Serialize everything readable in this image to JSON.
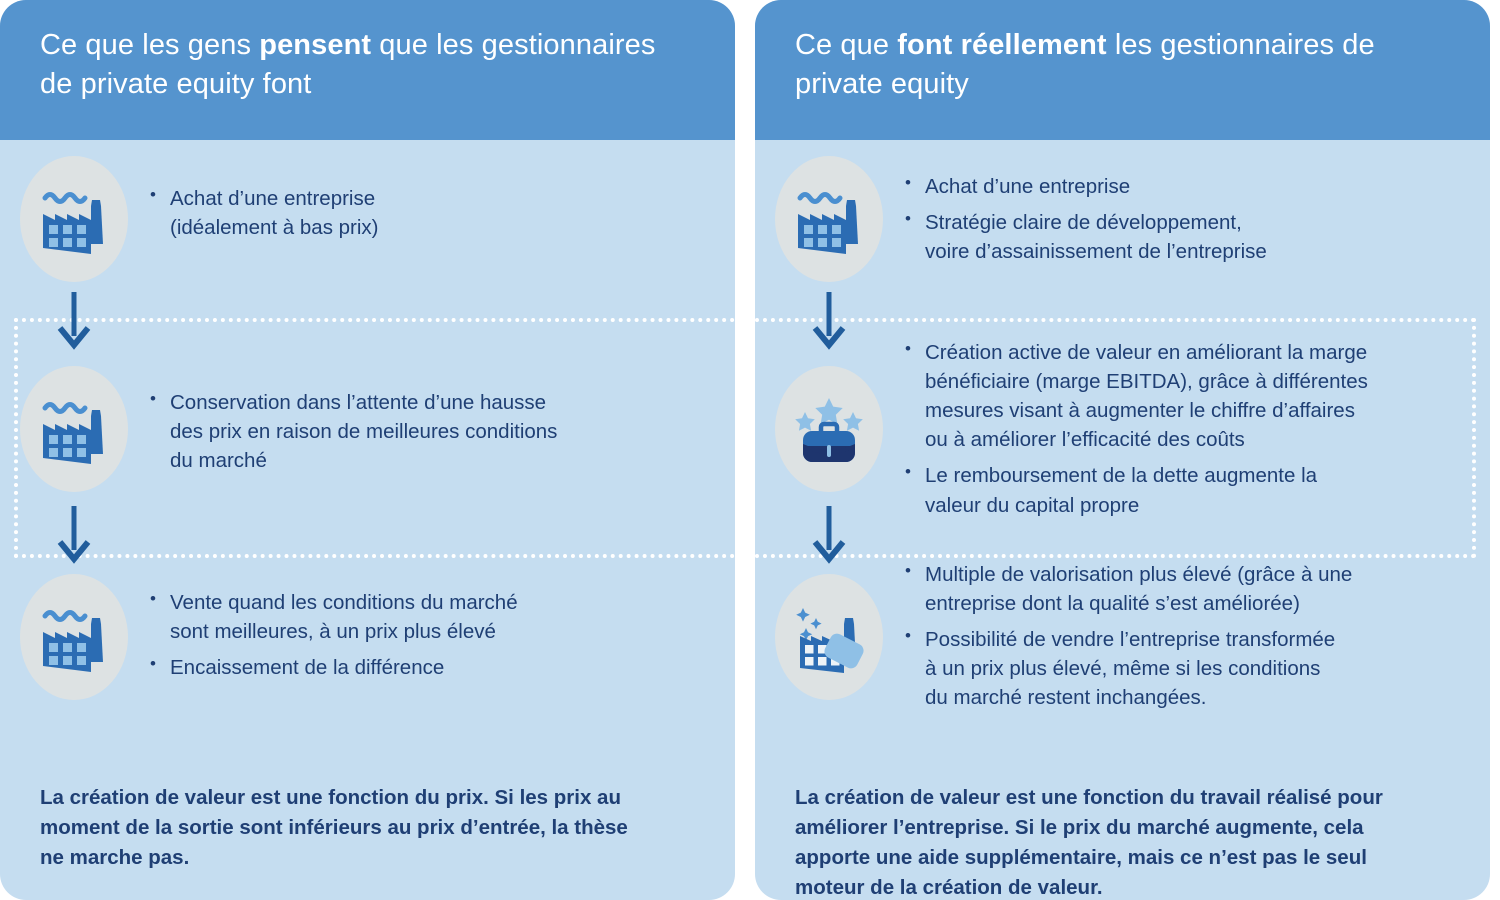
{
  "panels": [
    {
      "id": "perception",
      "header": {
        "prefix": "Ce que les gens ",
        "emphasis": "pensent",
        "suffix": " que les gestionnaires de private equity font"
      },
      "steps": [
        {
          "icon": "factory-icon",
          "bullets": [
            "Achat d’une entreprise\n(idéalement à bas prix)"
          ]
        },
        {
          "icon": "factory-icon",
          "bullets": [
            "Conservation dans l’attente d’une hausse\ndes prix en raison de meilleures conditions\ndu marché"
          ]
        },
        {
          "icon": "factory-icon",
          "bullets": [
            "Vente quand les conditions du marché\nsont meilleures, à un prix plus élevé",
            "Encaissement de la différence"
          ]
        }
      ],
      "footer": "La création de valeur est une fonction du prix. Si les prix au\nmoment de la sortie sont inférieurs au prix d’entrée, la thèse\nne marche pas."
    },
    {
      "id": "reality",
      "header": {
        "prefix": "Ce que ",
        "emphasis": "font réellement",
        "suffix": " les gestionnaires de private equity"
      },
      "steps": [
        {
          "icon": "factory-icon",
          "bullets": [
            "Achat d’une entreprise",
            "Stratégie claire de développement,\nvoire d’assainissement de l’entreprise"
          ]
        },
        {
          "icon": "briefcase-stars-icon",
          "bullets": [
            "Création active de valeur en améliorant la marge\nbénéficiaire (marge EBITDA), grâce à différentes\nmesures visant à augmenter le chiffre d’affaires\nou à améliorer l’efficacité des coûts",
            "Le remboursement de la dette augmente la\nvaleur du capital propre"
          ]
        },
        {
          "icon": "factory-sparkle-tag-icon",
          "bullets": [
            "Multiple de valorisation plus élevé (grâce à une\nentreprise dont la qualité s’est améliorée)",
            "Possibilité de vendre l’entreprise transformée\nà un prix plus élevé, même si les conditions\ndu marché restent inchangées."
          ]
        }
      ],
      "footer": "La création de valeur est une fonction du travail réalisé pour\naméliorer l’entreprise. Si le prix du marché augmente, cela\napporte une aide supplémentaire, mais ce n’est pas le seul\nmoteur de la création de valeur."
    }
  ],
  "colors": {
    "header_blue": "#5594ce",
    "panel_blue": "#c5ddf0",
    "text_navy": "#1f3f74",
    "icon_bubble_grey": "#dde2e3",
    "icon_blue": "#2b6cb3",
    "icon_light_blue": "#8fc0e6",
    "icon_dark_navy": "#1e356e",
    "arrow_blue": "#215d9c",
    "dotted_white": "#ffffff"
  }
}
